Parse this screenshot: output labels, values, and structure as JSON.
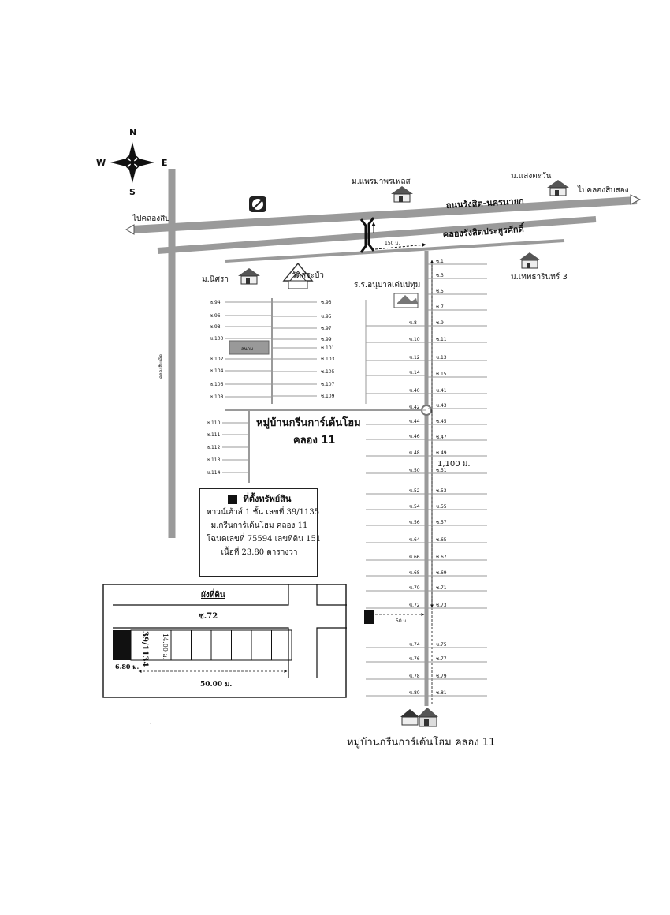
{
  "compass": {
    "n": "N",
    "e": "E",
    "s": "S",
    "w": "W"
  },
  "roads": {
    "main_road": "ถนนรังสิต-นครนายก",
    "canal_road": "คลองรังสิตประยูรศักดิ์",
    "to_west": "ไปคลองสิบ",
    "to_east": "ไปคลองสิบสอง",
    "side_canal": "คลองสิบเอ็ด",
    "dist_150": "150 ม.",
    "dist_1100": "1,100 ม.",
    "dist_50": "50 ม."
  },
  "places": {
    "praemapornplace": "ม.แพรมาพรเพลส",
    "saengtawan": "ม.แสงตะวัน",
    "nirasa": "ม.นิศรา",
    "wat": "วัดสระบัว",
    "school": "ร.ร.อนุบาลเด่นปทุม",
    "theptharin": "ม.เทพธารินทร์ 3",
    "field": "สนาม",
    "village_line1": "หมู่บ้านกรีนการ์เด้นโฮม",
    "village_line2": "คลอง 11",
    "bottom_title": "หมู่บ้านกรีนการ์เด้นโฮม คลอง 11"
  },
  "sois": {
    "left_block": [
      "ซ.94",
      "ซ.96",
      "ซ.98",
      "ซ.100",
      "ซ.102",
      "ซ.104",
      "ซ.106",
      "ซ.108"
    ],
    "right_block": [
      "ซ.93",
      "ซ.95",
      "ซ.97",
      "ซ.99",
      "ซ.101",
      "ซ.103",
      "ซ.105",
      "ซ.107",
      "ซ.109"
    ],
    "west_short": [
      "ซ.110",
      "ซ.111",
      "ซ.112",
      "ซ.113",
      "ซ.114"
    ],
    "main_left": [
      "ซ.8",
      "ซ.10",
      "ซ.12",
      "ซ.14",
      "ซ.40",
      "ซ.42",
      "ซ.44",
      "ซ.46",
      "ซ.48",
      "ซ.50",
      "ซ.52",
      "ซ.54",
      "ซ.56",
      "ซ.64",
      "ซ.66",
      "ซ.68",
      "ซ.70",
      "ซ.72",
      "ซ.74",
      "ซ.76",
      "ซ.78",
      "ซ.80"
    ],
    "main_right": [
      "ซ.1",
      "ซ.3",
      "ซ.5",
      "ซ.7",
      "ซ.9",
      "ซ.11",
      "ซ.13",
      "ซ.15",
      "ซ.41",
      "ซ.43",
      "ซ.45",
      "ซ.47",
      "ซ.49",
      "ซ.51",
      "ซ.53",
      "ซ.55",
      "ซ.57",
      "ซ.65",
      "ซ.67",
      "ซ.69",
      "ซ.71",
      "ซ.73",
      "ซ.75",
      "ซ.77",
      "ซ.79",
      "ซ.81"
    ]
  },
  "info": {
    "title": "ที่ตั้งทรัพย์สิน",
    "line1": "ทาวน์เฮ้าส์ 1 ชั้น เลขที่ 39/1135",
    "line2": "ม.กรีนการ์เด้นโฮม คลอง 11",
    "line3": "โฉนดเลขที่ 75594 เลขที่ดิน 151",
    "line4": "เนื้อที่ 23.80 ตารางวา"
  },
  "plot": {
    "title": "ผังที่ดิน",
    "soi": "ซ.72",
    "house_no": "39/1134",
    "depth": "14.00 ม.",
    "width": "6.80 ม.",
    "length": "50.00 ม."
  },
  "colors": {
    "road": "#9a9a9a",
    "ink": "#111111"
  }
}
